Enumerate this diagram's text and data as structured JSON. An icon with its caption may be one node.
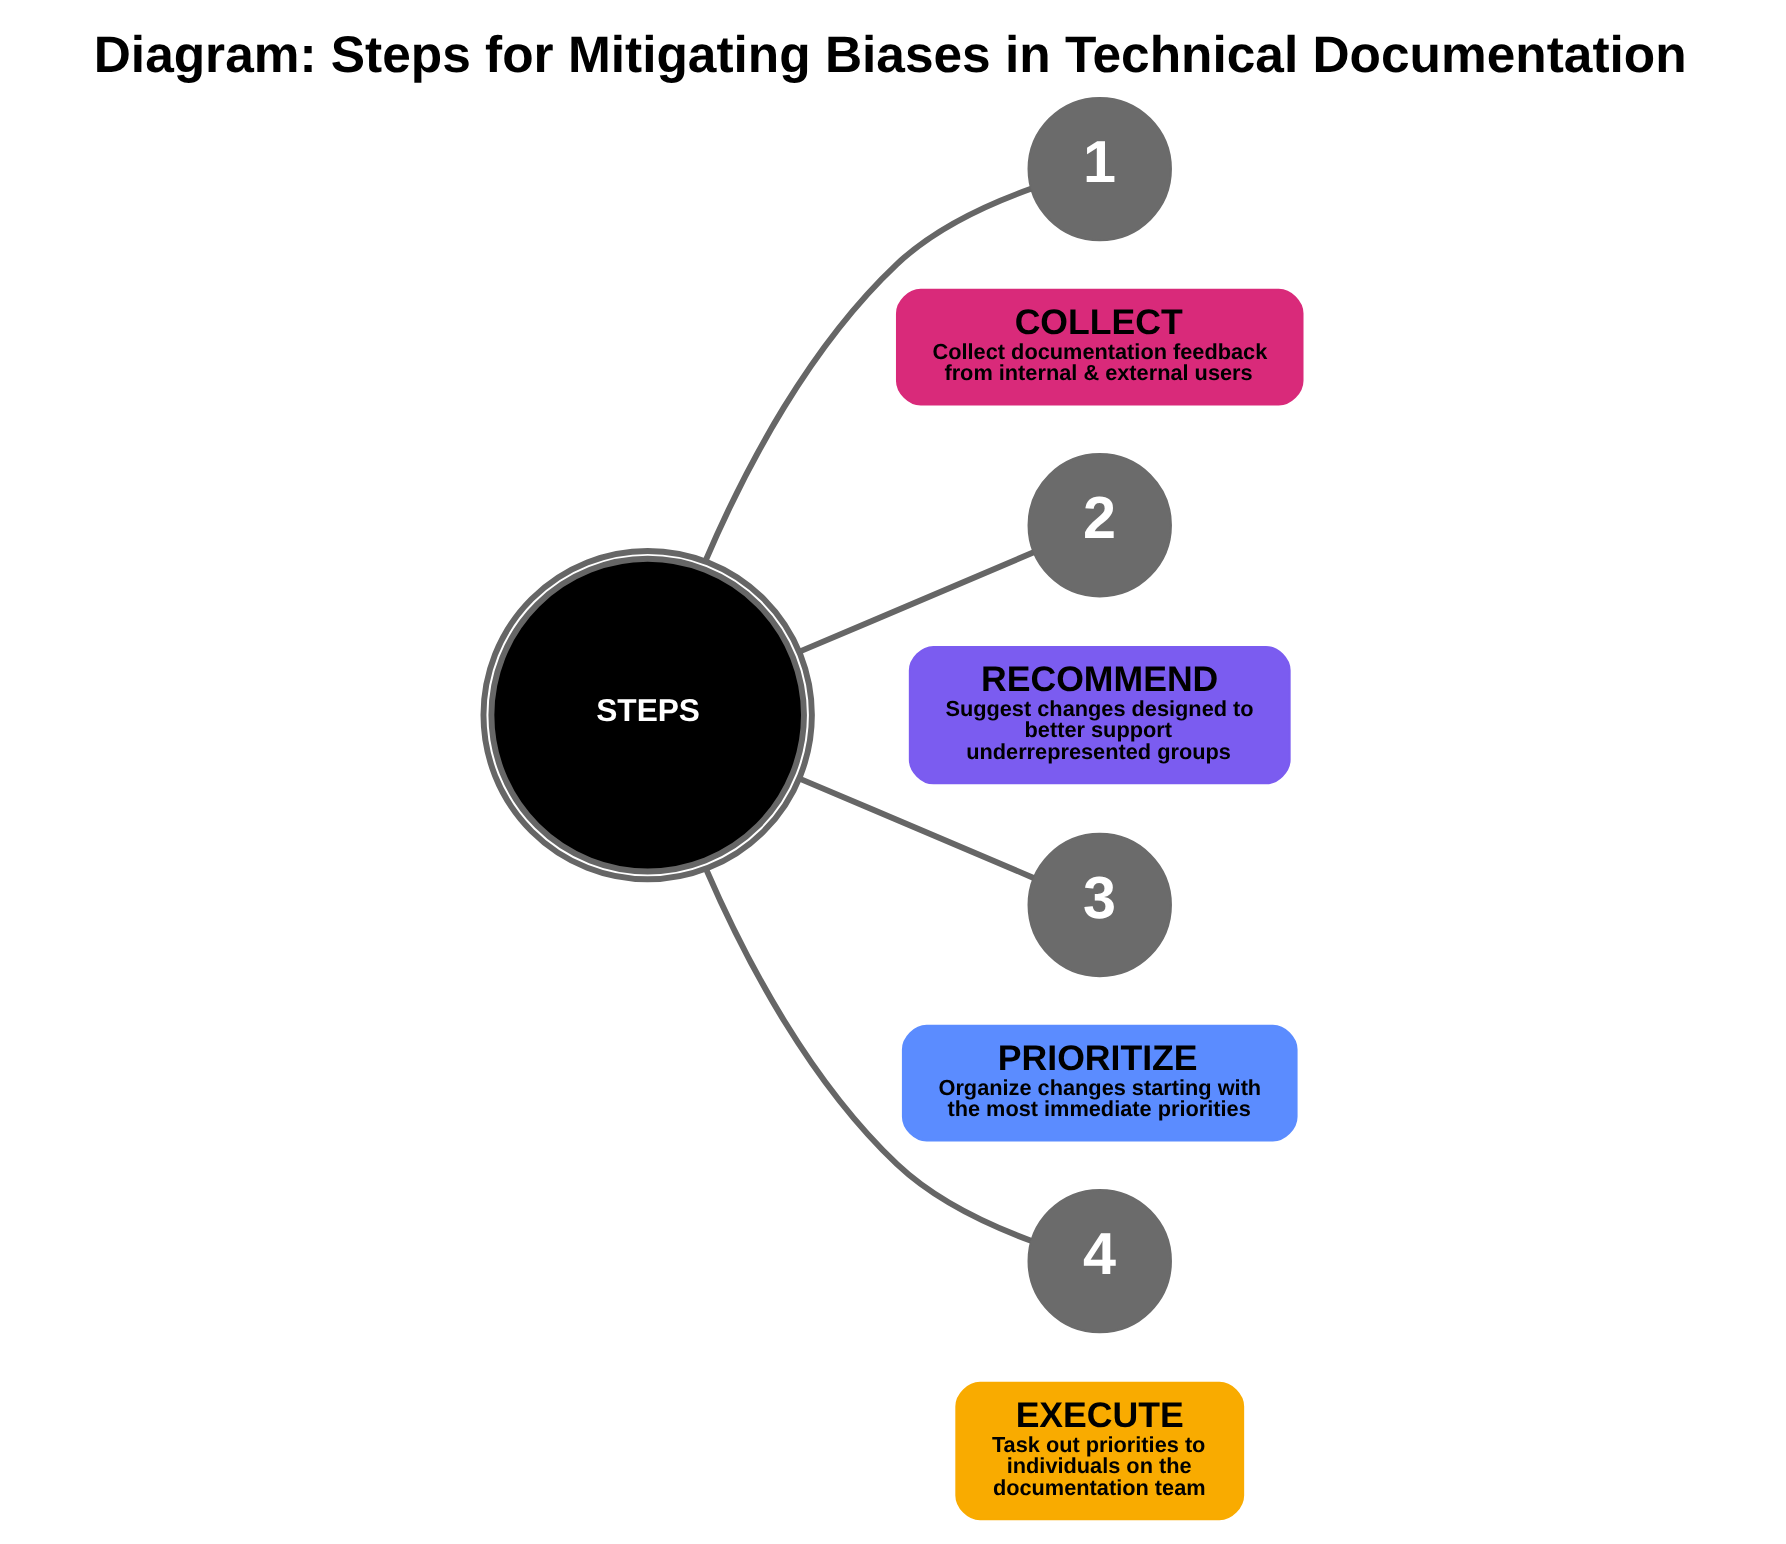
{
  "diagram": {
    "title": "Diagram: Steps for Mitigating Biases in Technical Documentation",
    "nodes": [
      {
        "text": [
          "STEPS"
        ]
      },
      {
        "text": [
          "1"
        ]
      },
      {
        "text": [
          "COLLECT",
          "Collect documentation feedback from internal & external users"
        ]
      },
      {
        "text": [
          "2"
        ]
      },
      {
        "text": [
          "RECOMMEND",
          "Suggest changes designed to better support underrepresented groups"
        ]
      },
      {
        "text": [
          "3"
        ]
      },
      {
        "text": [
          "PRIORITIZE",
          "Organize changes starting with the most immediate priorities"
        ]
      },
      {
        "text": [
          "4"
        ]
      },
      {
        "text": [
          "EXECUTE",
          "Task out priorities to individuals on the documentation team"
        ]
      }
    ],
    "edges": [
      {
        "from": 0,
        "to": 1,
        "arrow": "none"
      },
      {
        "from": 0,
        "to": 3,
        "arrow": "none"
      },
      {
        "from": 0,
        "to": 5,
        "arrow": "none"
      },
      {
        "from": 0,
        "to": 7,
        "arrow": "none"
      }
    ]
  }
}
